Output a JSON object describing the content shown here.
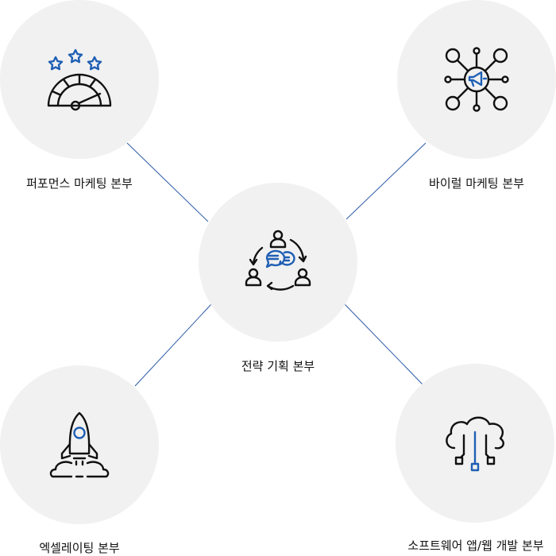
{
  "center": {
    "label": "전략 기획 본부",
    "icon": "team-collaboration-icon"
  },
  "branches": [
    {
      "label": "퍼포먼스 마케팅 본부",
      "icon": "performance-gauge-stars-icon"
    },
    {
      "label": "바이럴 마케팅 본부",
      "icon": "megaphone-network-icon"
    },
    {
      "label": "엑셀레이팅 본부",
      "icon": "rocket-icon"
    },
    {
      "label": "소프트웨어 앱/웹 개발 본부",
      "icon": "cloud-circuit-icon"
    }
  ],
  "colors": {
    "node_bg": "#f1f1f1",
    "connector": "#2b5aa6",
    "icon_ink": "#111111",
    "icon_accent": "#1f5fb4"
  }
}
